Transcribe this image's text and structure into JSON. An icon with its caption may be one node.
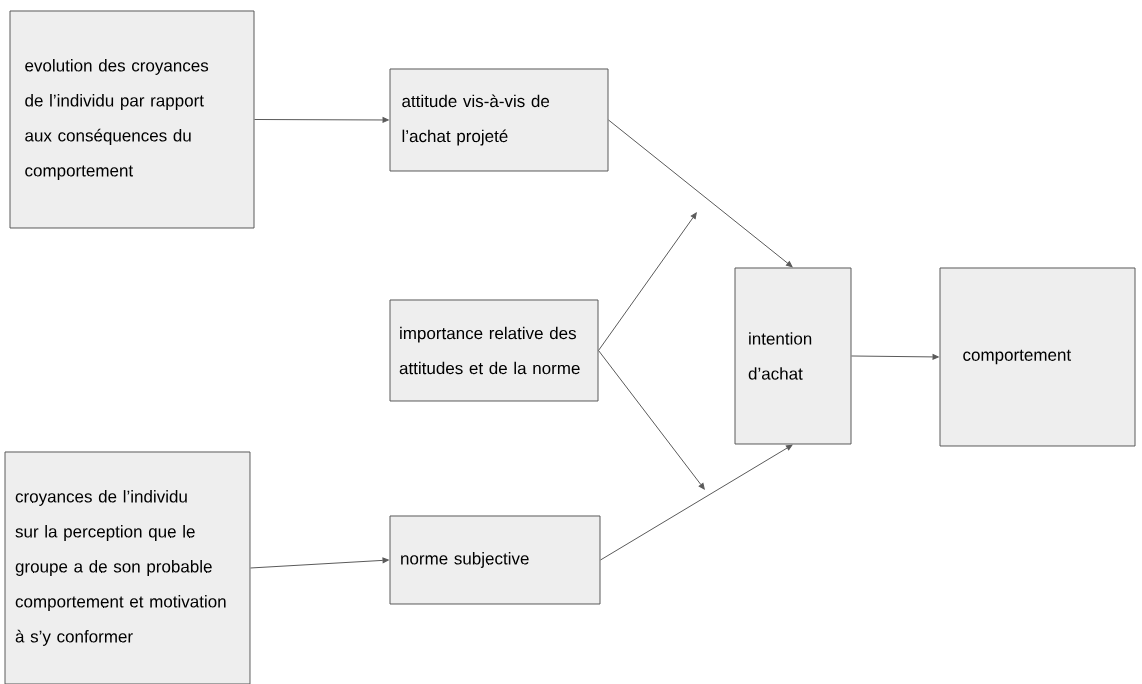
{
  "diagram": {
    "nodes": [
      {
        "text": [
          "evolution des croyances de l’individu par rapport aux conséquences du comportement"
        ]
      },
      {
        "text": [
          "attitude vis-à-vis de l’achat projeté"
        ]
      },
      {
        "text": [
          "importance relative des attitudes et de la norme"
        ]
      },
      {
        "text": [
          "intention d’achat"
        ]
      },
      {
        "text": [
          "comportement"
        ]
      },
      {
        "text": [
          "croyances de l’individu sur la perception que le groupe a de son probable comportement et motivation à s’y conformer"
        ]
      },
      {
        "text": [
          "norme subjective"
        ]
      }
    ],
    "edges": [
      {
        "from": 0,
        "to": 1,
        "arrow": "to"
      },
      {
        "from": 1,
        "to": 3,
        "arrow": "to"
      },
      {
        "from": 2,
        "to": null,
        "arrow": "to"
      },
      {
        "from": 2,
        "to": null,
        "arrow": "to"
      },
      {
        "from": 6,
        "to": 3,
        "arrow": "to"
      },
      {
        "from": 3,
        "to": 4,
        "arrow": "to"
      },
      {
        "from": 5,
        "to": 6,
        "arrow": "to"
      }
    ]
  }
}
